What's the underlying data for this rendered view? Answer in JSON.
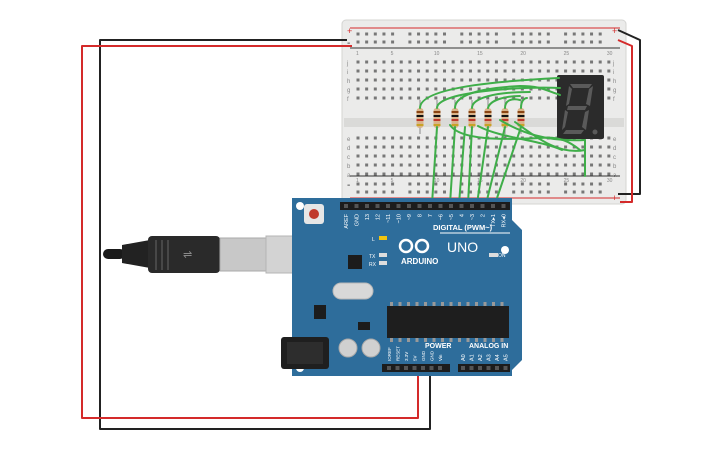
{
  "board": {
    "logo_text": "ARDUINO",
    "model": "UNO",
    "digital_header": "DIGITAL (PWM~)",
    "power_header": "POWER",
    "analog_header": "ANALOG IN",
    "on_label": "ON",
    "led_l": "L",
    "led_tx": "TX",
    "led_rx": "RX",
    "digital_pins": [
      "AREF",
      "GND",
      "13",
      "12",
      "~11",
      "~10",
      "~9",
      "8",
      "7",
      "~6",
      "~5",
      "4",
      "~3",
      "2",
      "TX▸1",
      "RX◂0"
    ],
    "power_pins": [
      "IOREF",
      "RESET",
      "3.3V",
      "5V",
      "GND",
      "GND",
      "Vin"
    ],
    "analog_pins": [
      "A0",
      "A1",
      "A2",
      "A3",
      "A4",
      "A5"
    ]
  },
  "breadboard": {
    "row_letters_top": [
      "j",
      "i",
      "h",
      "g",
      "f"
    ],
    "row_letters_bottom": [
      "e",
      "d",
      "c",
      "b",
      "a"
    ],
    "column_numbers": [
      "1",
      "",
      "",
      "",
      "5",
      "",
      "",
      "",
      "",
      "10",
      "",
      "",
      "",
      "",
      "15",
      "",
      "",
      "",
      "",
      "20",
      "",
      "",
      "",
      "",
      "25",
      "",
      "",
      "",
      "",
      "30"
    ],
    "rail_plus": "+",
    "rail_minus": "-"
  },
  "display": {
    "digit": "8"
  },
  "colors": {
    "board": "#2e6d9b",
    "wire_green": "#3fae49",
    "wire_red": "#d42a2a",
    "wire_black": "#222222",
    "breadboard": "#ebebea",
    "display": "#2b2b2b"
  },
  "components": {
    "resistor_count": 7,
    "display_type": "7-segment",
    "connector": "USB-B"
  }
}
